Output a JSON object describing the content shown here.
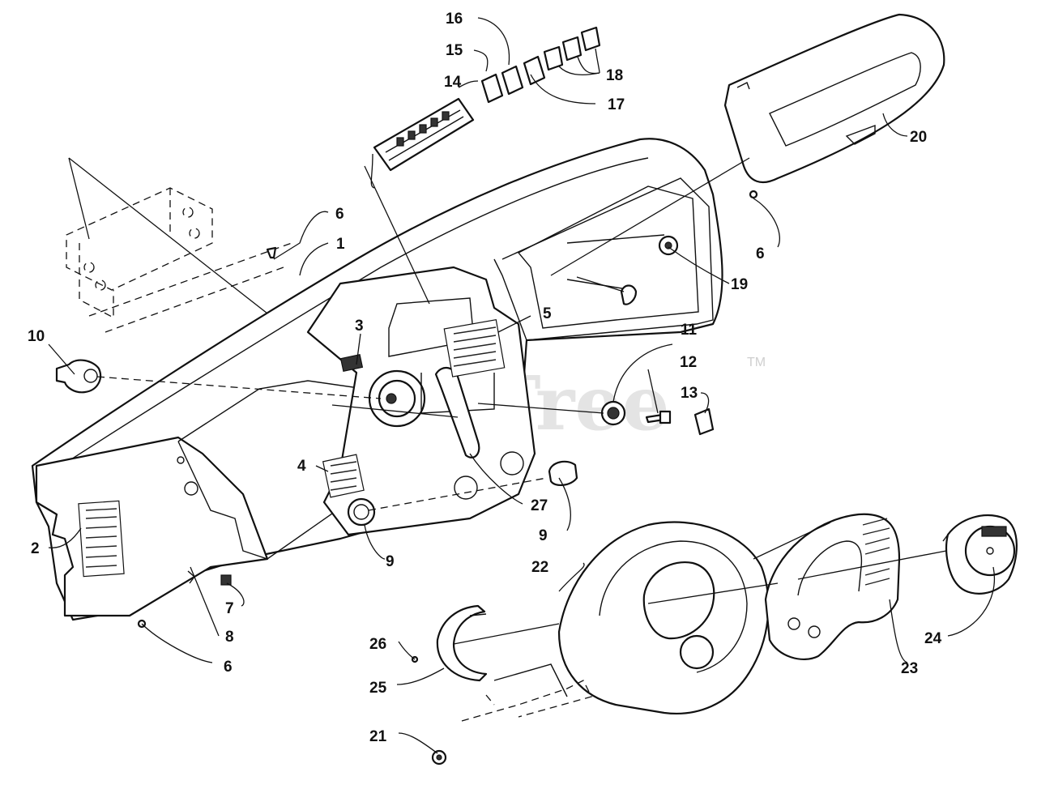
{
  "watermark": {
    "brand": "PartsTree",
    "trademark": "TM"
  },
  "callouts": {
    "c1": "1",
    "c2": "2",
    "c3": "3",
    "c4": "4",
    "c5": "5",
    "c6a": "6",
    "c6b": "6",
    "c6c": "6",
    "c7": "7",
    "c8": "8",
    "c9a": "9",
    "c9b": "9",
    "c10": "10",
    "c11": "11",
    "c12": "12",
    "c13": "13",
    "c14": "14",
    "c15": "15",
    "c16": "16",
    "c17": "17",
    "c18": "18",
    "c19": "19",
    "c20": "20",
    "c21": "21",
    "c22": "22",
    "c23": "23",
    "c24": "24",
    "c25": "25",
    "c26": "26",
    "c27": "27"
  }
}
